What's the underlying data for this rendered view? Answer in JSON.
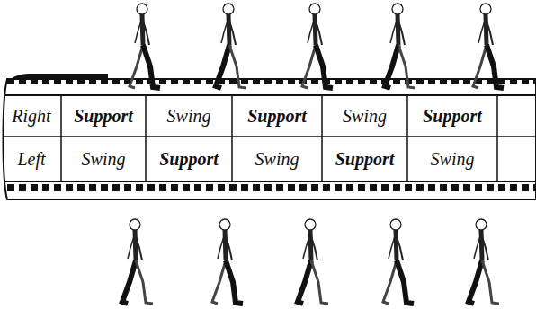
{
  "diagram": {
    "nodes": [
      {
        "text": [
          "Right"
        ]
      },
      {
        "text": [
          "Support"
        ]
      },
      {
        "text": [
          "Swing"
        ]
      },
      {
        "text": [
          "Support"
        ]
      },
      {
        "text": [
          "Swing"
        ]
      },
      {
        "text": [
          "Support"
        ]
      },
      {
        "text": [
          "Left"
        ]
      },
      {
        "text": [
          "Swing"
        ]
      },
      {
        "text": [
          "Support"
        ]
      },
      {
        "text": [
          "Swing"
        ]
      },
      {
        "text": [
          "Support"
        ]
      },
      {
        "text": [
          "Swing"
        ]
      }
    ]
  }
}
